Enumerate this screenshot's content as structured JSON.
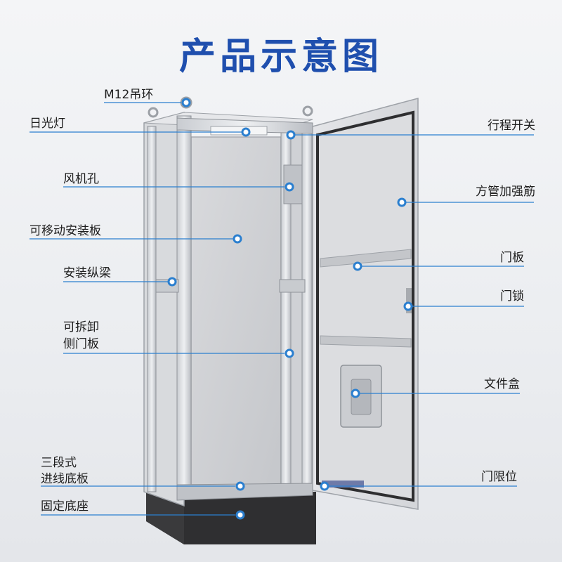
{
  "title": "产品示意图",
  "accent_color": "#1f4fae",
  "leader_color": "#2b7fcf",
  "labels_left": [
    {
      "id": "lifting-ring",
      "text": "M12吊环"
    },
    {
      "id": "sunlight-lamp",
      "text": "日光灯"
    },
    {
      "id": "fan-hole",
      "text": "风机孔"
    },
    {
      "id": "movable-mounting-plate",
      "text": "可移动安装板"
    },
    {
      "id": "mounting-beam",
      "text": "安装纵梁"
    },
    {
      "id": "removable-side-door-1",
      "text": "可拆卸"
    },
    {
      "id": "removable-side-door-2",
      "text": "侧门板"
    },
    {
      "id": "bottom-plate-1",
      "text": "三段式"
    },
    {
      "id": "bottom-plate-2",
      "text": "进线底板"
    },
    {
      "id": "fixed-base",
      "text": "固定底座"
    }
  ],
  "labels_right": [
    {
      "id": "travel-switch",
      "text": "行程开关"
    },
    {
      "id": "square-tube-rib",
      "text": "方管加强筋"
    },
    {
      "id": "door-panel",
      "text": "门板"
    },
    {
      "id": "door-lock",
      "text": "门锁"
    },
    {
      "id": "document-box",
      "text": "文件盒"
    },
    {
      "id": "door-stopper",
      "text": "门限位"
    }
  ]
}
